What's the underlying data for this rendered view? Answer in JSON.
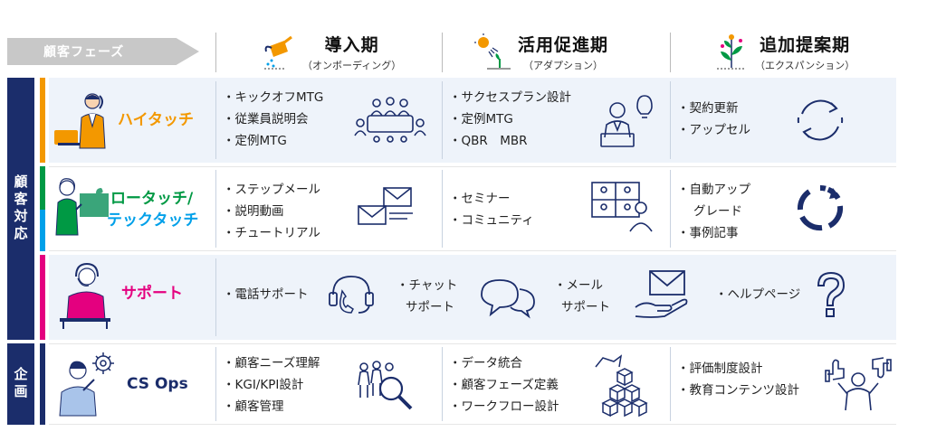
{
  "header": {
    "phase_label": "顧客フェーズ",
    "phases": [
      {
        "title": "導入期",
        "subtitle": "（オンボーディング）",
        "icon": "watering-can-icon"
      },
      {
        "title": "活用促進期",
        "subtitle": "（アダプション）",
        "icon": "sun-sprout-icon"
      },
      {
        "title": "追加提案期",
        "subtitle": "（エクスパンション）",
        "icon": "grown-plant-icon"
      }
    ]
  },
  "categories": {
    "customer": "顧客対応",
    "planning": "企画"
  },
  "colors": {
    "navy": "#1b2d6b",
    "high_touch": "#f39800",
    "low_touch": "#009944",
    "tech_touch": "#00a0e9",
    "support": "#e4007f",
    "cs_ops": "#1b2d6b"
  },
  "rows": {
    "high_touch": {
      "title": "ハイタッチ",
      "onboarding": [
        "キックオフMTG",
        "従業員説明会",
        "定例MTG"
      ],
      "adoption": [
        "サクセスプラン設計",
        "定例MTG",
        "QBR　MBR"
      ],
      "expansion": [
        "契約更新",
        "アップセル"
      ]
    },
    "low_tech_touch": {
      "title_line1": "ロータッチ/",
      "title_line2": "テックタッチ",
      "onboarding": [
        "ステップメール",
        "説明動画",
        "チュートリアル"
      ],
      "adoption": [
        "セミナー",
        "コミュニティ"
      ],
      "expansion_1": "自動アップ",
      "expansion_1b": "グレード",
      "expansion_2": "事例記事"
    },
    "support": {
      "title": "サポート",
      "phone": "電話サポート",
      "chat_1": "・チャット",
      "chat_2": "サポート",
      "mail_1": "・メール",
      "mail_2": "サポート",
      "help": "ヘルプページ"
    },
    "cs_ops": {
      "title": "CS Ops",
      "onboarding": [
        "顧客ニーズ理解",
        "KGI/KPI設計",
        "顧客管理"
      ],
      "adoption": [
        "データ統合",
        "顧客フェーズ定義",
        "ワークフロー設計"
      ],
      "expansion": [
        "評価制度設計",
        "教育コンテンツ設計"
      ]
    }
  }
}
